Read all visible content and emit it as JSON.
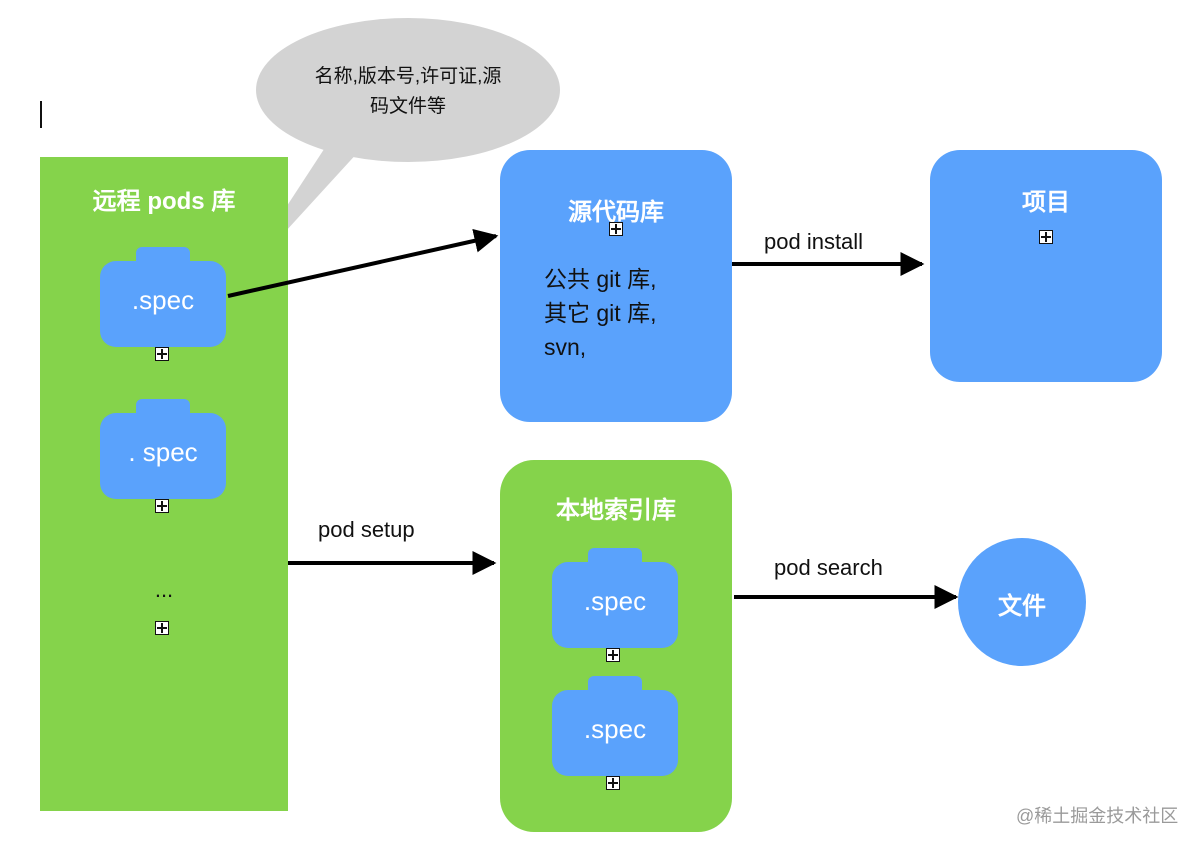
{
  "remote_repo": {
    "title": "远程 pods 库",
    "specs": [
      ".spec",
      ". spec"
    ],
    "ellipsis": "..."
  },
  "callout": {
    "line1": "名称,版本号,许可证,源",
    "line2": "码文件等"
  },
  "source_repo": {
    "title": "源代码库",
    "lines": [
      "公共 git 库,",
      "其它 git 库,",
      "svn,"
    ]
  },
  "project": {
    "title": "项目"
  },
  "local_index": {
    "title": "本地索引库",
    "specs": [
      ".spec",
      ".spec"
    ]
  },
  "file_node": {
    "label": "文件"
  },
  "edges": {
    "pod_install": "pod install",
    "pod_setup": "pod setup",
    "pod_search": "pod search"
  },
  "watermark": "@稀土掘金技术社区",
  "colors": {
    "panel_green": "#85d34b",
    "box_blue": "#5aa2fc",
    "bubble_gray": "#d3d3d3"
  }
}
